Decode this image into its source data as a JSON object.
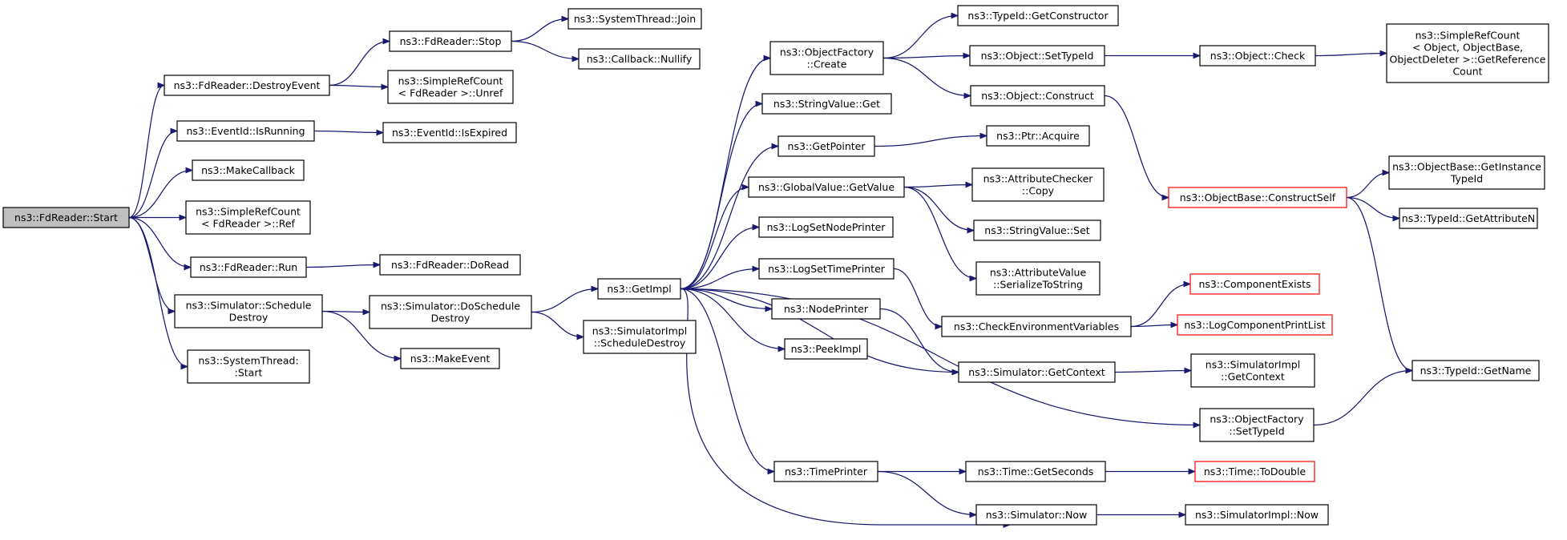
{
  "nodes": [
    {
      "id": "start",
      "lines": [
        "ns3::FdReader::Start"
      ],
      "start": true
    },
    {
      "id": "destroyEvent",
      "lines": [
        "ns3::FdReader::DestroyEvent"
      ]
    },
    {
      "id": "isRunning",
      "lines": [
        "ns3::EventId::IsRunning"
      ]
    },
    {
      "id": "makeCallback",
      "lines": [
        "ns3::MakeCallback"
      ]
    },
    {
      "id": "refFd",
      "lines": [
        "ns3::SimpleRefCount",
        "< FdReader >::Ref"
      ]
    },
    {
      "id": "run",
      "lines": [
        "ns3::FdReader::Run"
      ]
    },
    {
      "id": "schedDestroy",
      "lines": [
        "ns3::Simulator::Schedule",
        "Destroy"
      ]
    },
    {
      "id": "sysThreadStart",
      "lines": [
        "ns3::SystemThread:",
        ":Start"
      ]
    },
    {
      "id": "stop",
      "lines": [
        "ns3::FdReader::Stop"
      ]
    },
    {
      "id": "unref",
      "lines": [
        "ns3::SimpleRefCount",
        "< FdReader >::Unref"
      ]
    },
    {
      "id": "isExpired",
      "lines": [
        "ns3::EventId::IsExpired"
      ]
    },
    {
      "id": "doRead",
      "lines": [
        "ns3::FdReader::DoRead"
      ]
    },
    {
      "id": "doSchedDestroy",
      "lines": [
        "ns3::Simulator::DoSchedule",
        "Destroy"
      ]
    },
    {
      "id": "makeEvent",
      "lines": [
        "ns3::MakeEvent"
      ]
    },
    {
      "id": "join",
      "lines": [
        "ns3::SystemThread::Join"
      ]
    },
    {
      "id": "nullify",
      "lines": [
        "ns3::Callback::Nullify"
      ]
    },
    {
      "id": "getImpl",
      "lines": [
        "ns3::GetImpl"
      ]
    },
    {
      "id": "simImplSchedDestroy",
      "lines": [
        "ns3::SimulatorImpl",
        "::ScheduleDestroy"
      ]
    },
    {
      "id": "objFactCreate",
      "lines": [
        "ns3::ObjectFactory",
        "::Create"
      ]
    },
    {
      "id": "strValGet",
      "lines": [
        "ns3::StringValue::Get"
      ]
    },
    {
      "id": "getPointer",
      "lines": [
        "ns3::GetPointer"
      ]
    },
    {
      "id": "gvGetValue",
      "lines": [
        "ns3::GlobalValue::GetValue"
      ]
    },
    {
      "id": "logSetNode",
      "lines": [
        "ns3::LogSetNodePrinter"
      ]
    },
    {
      "id": "logSetTime",
      "lines": [
        "ns3::LogSetTimePrinter"
      ]
    },
    {
      "id": "nodePrinter",
      "lines": [
        "ns3::NodePrinter"
      ]
    },
    {
      "id": "peekImpl",
      "lines": [
        "ns3::PeekImpl"
      ]
    },
    {
      "id": "timePrinter",
      "lines": [
        "ns3::TimePrinter"
      ]
    },
    {
      "id": "getCtor",
      "lines": [
        "ns3::TypeId::GetConstructor"
      ]
    },
    {
      "id": "setTypeIdObj",
      "lines": [
        "ns3::Object::SetTypeId"
      ]
    },
    {
      "id": "objConstruct",
      "lines": [
        "ns3::Object::Construct"
      ]
    },
    {
      "id": "ptrAcquire",
      "lines": [
        "ns3::Ptr::Acquire"
      ]
    },
    {
      "id": "attrCheckCopy",
      "lines": [
        "ns3::AttributeChecker",
        "::Copy"
      ]
    },
    {
      "id": "strValSet",
      "lines": [
        "ns3::StringValue::Set"
      ]
    },
    {
      "id": "attrValSer",
      "lines": [
        "ns3::AttributeValue",
        "::SerializeToString"
      ]
    },
    {
      "id": "checkEnv",
      "lines": [
        "ns3::CheckEnvironmentVariables"
      ]
    },
    {
      "id": "simGetContext",
      "lines": [
        "ns3::Simulator::GetContext"
      ]
    },
    {
      "id": "timeGetSeconds",
      "lines": [
        "ns3::Time::GetSeconds"
      ]
    },
    {
      "id": "simNow",
      "lines": [
        "ns3::Simulator::Now"
      ]
    },
    {
      "id": "objCheck",
      "lines": [
        "ns3::Object::Check"
      ]
    },
    {
      "id": "constructSelf",
      "lines": [
        "ns3::ObjectBase::ConstructSelf"
      ],
      "red": true
    },
    {
      "id": "compExists",
      "lines": [
        "ns3::ComponentExists"
      ],
      "red": true
    },
    {
      "id": "logCompPrint",
      "lines": [
        "ns3::LogComponentPrintList"
      ],
      "red": true
    },
    {
      "id": "simImplGetCtx",
      "lines": [
        "ns3::SimulatorImpl",
        "::GetContext"
      ]
    },
    {
      "id": "ofSetTypeId",
      "lines": [
        "ns3::ObjectFactory",
        "::SetTypeId"
      ]
    },
    {
      "id": "timeToDouble",
      "lines": [
        "ns3::Time::ToDouble"
      ],
      "red": true
    },
    {
      "id": "simImplNow",
      "lines": [
        "ns3::SimulatorImpl::Now"
      ]
    },
    {
      "id": "getRefCount",
      "lines": [
        "ns3::SimpleRefCount",
        "< Object, ObjectBase,",
        "ObjectDeleter >::GetReference",
        "Count"
      ]
    },
    {
      "id": "getInstTypeId",
      "lines": [
        "ns3::ObjectBase::GetInstance",
        "TypeId"
      ]
    },
    {
      "id": "getAttrN",
      "lines": [
        "ns3::TypeId::GetAttributeN"
      ]
    },
    {
      "id": "getName",
      "lines": [
        "ns3::TypeId::GetName"
      ]
    }
  ],
  "edges": [
    [
      "start",
      "destroyEvent"
    ],
    [
      "start",
      "isRunning"
    ],
    [
      "start",
      "makeCallback"
    ],
    [
      "start",
      "refFd"
    ],
    [
      "start",
      "run"
    ],
    [
      "start",
      "schedDestroy"
    ],
    [
      "start",
      "sysThreadStart"
    ],
    [
      "destroyEvent",
      "stop"
    ],
    [
      "destroyEvent",
      "unref"
    ],
    [
      "stop",
      "join"
    ],
    [
      "stop",
      "nullify"
    ],
    [
      "isRunning",
      "isExpired"
    ],
    [
      "run",
      "doRead"
    ],
    [
      "schedDestroy",
      "doSchedDestroy"
    ],
    [
      "schedDestroy",
      "makeEvent"
    ],
    [
      "doSchedDestroy",
      "getImpl"
    ],
    [
      "doSchedDestroy",
      "simImplSchedDestroy"
    ],
    [
      "getImpl",
      "objFactCreate"
    ],
    [
      "getImpl",
      "strValGet"
    ],
    [
      "getImpl",
      "getPointer"
    ],
    [
      "getImpl",
      "gvGetValue"
    ],
    [
      "getImpl",
      "logSetNode"
    ],
    [
      "getImpl",
      "logSetTime"
    ],
    [
      "getImpl",
      "nodePrinter"
    ],
    [
      "getImpl",
      "peekImpl"
    ],
    [
      "getImpl",
      "simGetContext"
    ],
    [
      "getImpl",
      "ofSetTypeId"
    ],
    [
      "getImpl",
      "timePrinter"
    ],
    [
      "getImpl",
      "simNow"
    ],
    [
      "objFactCreate",
      "getCtor"
    ],
    [
      "objFactCreate",
      "setTypeIdObj"
    ],
    [
      "objFactCreate",
      "objConstruct"
    ],
    [
      "setTypeIdObj",
      "objCheck"
    ],
    [
      "objCheck",
      "getRefCount"
    ],
    [
      "objConstruct",
      "constructSelf"
    ],
    [
      "constructSelf",
      "getInstTypeId"
    ],
    [
      "constructSelf",
      "getAttrN"
    ],
    [
      "constructSelf",
      "getName"
    ],
    [
      "getPointer",
      "ptrAcquire"
    ],
    [
      "gvGetValue",
      "attrCheckCopy"
    ],
    [
      "gvGetValue",
      "strValSet"
    ],
    [
      "gvGetValue",
      "attrValSer"
    ],
    [
      "logSetTime",
      "checkEnv"
    ],
    [
      "checkEnv",
      "compExists"
    ],
    [
      "checkEnv",
      "logCompPrint"
    ],
    [
      "nodePrinter",
      "simGetContext"
    ],
    [
      "simGetContext",
      "simImplGetCtx"
    ],
    [
      "ofSetTypeId",
      "getName"
    ],
    [
      "timePrinter",
      "timeGetSeconds"
    ],
    [
      "timePrinter",
      "simNow"
    ],
    [
      "timeGetSeconds",
      "timeToDouble"
    ],
    [
      "simNow",
      "simImplNow"
    ]
  ]
}
